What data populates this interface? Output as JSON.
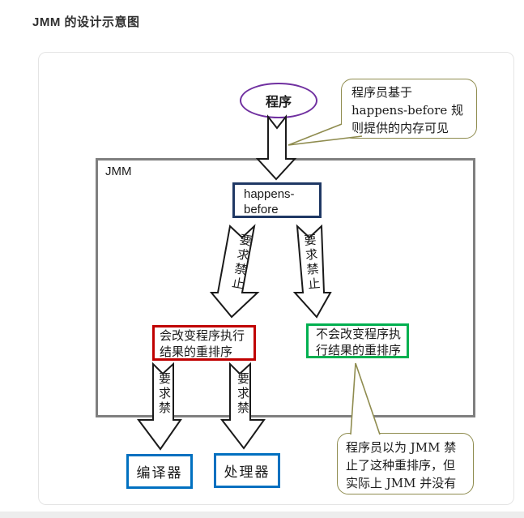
{
  "page": {
    "title": "JMM 的设计示意图"
  },
  "diagram": {
    "program_label": "程序",
    "jmm_label": "JMM",
    "happens_before": {
      "line1": "happens-",
      "line2": "before"
    },
    "red_box": {
      "line1": "会改变程序执行",
      "line2": "结果的重排序"
    },
    "green_box": {
      "line1": "不会改变程序执",
      "line2": "行结果的重排序"
    },
    "compiler_label": "编译器",
    "processor_label": "处理器",
    "arrow_labels": {
      "upper_left": "要求禁止",
      "upper_right": "要求禁止",
      "lower_left": "要求禁",
      "lower_right": "要求禁"
    },
    "callout_top": {
      "lines": [
        "程序员基于",
        "happens-before 规",
        "则提供的内存可见"
      ]
    },
    "callout_bottom": {
      "lines": [
        "程序员以为 JMM 禁",
        "止了这种重排序，但",
        "实际上 JMM 并没有"
      ]
    },
    "colors": {
      "purple": "#7030A0",
      "navy": "#1F3864",
      "red": "#C00000",
      "green": "#00B050",
      "blue": "#0070C0",
      "olive": "#8F8C4F",
      "gray": "#7F7F7F"
    }
  }
}
